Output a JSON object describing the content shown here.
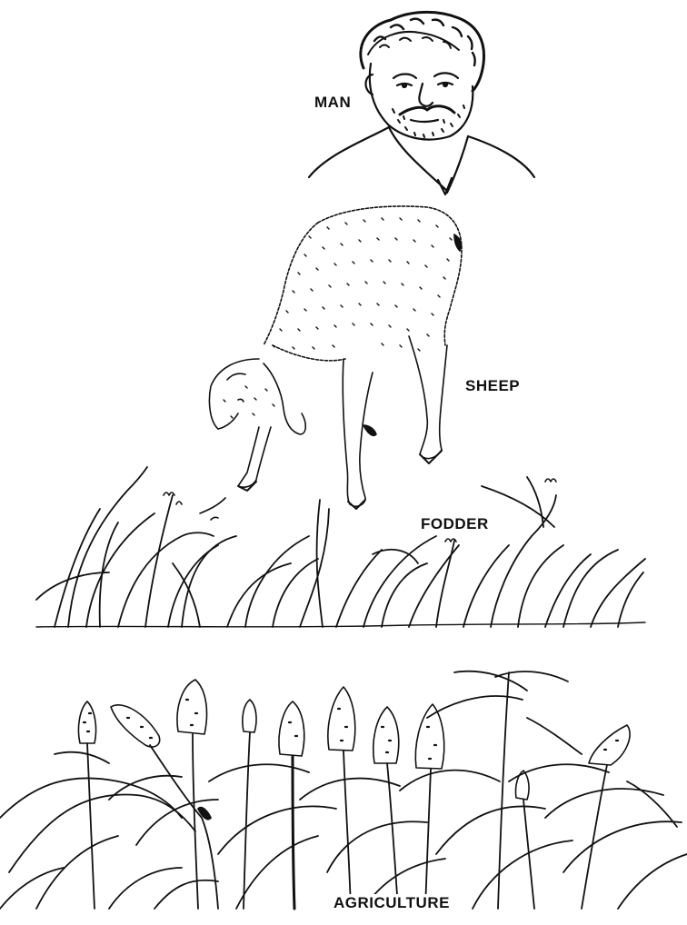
{
  "labels": {
    "man": "MAN",
    "sheep": "SHEEP",
    "fodder": "FODDER",
    "agriculture": "AGRICULTURE"
  },
  "colors": {
    "background": "#ffffff",
    "ink": "#111111"
  }
}
